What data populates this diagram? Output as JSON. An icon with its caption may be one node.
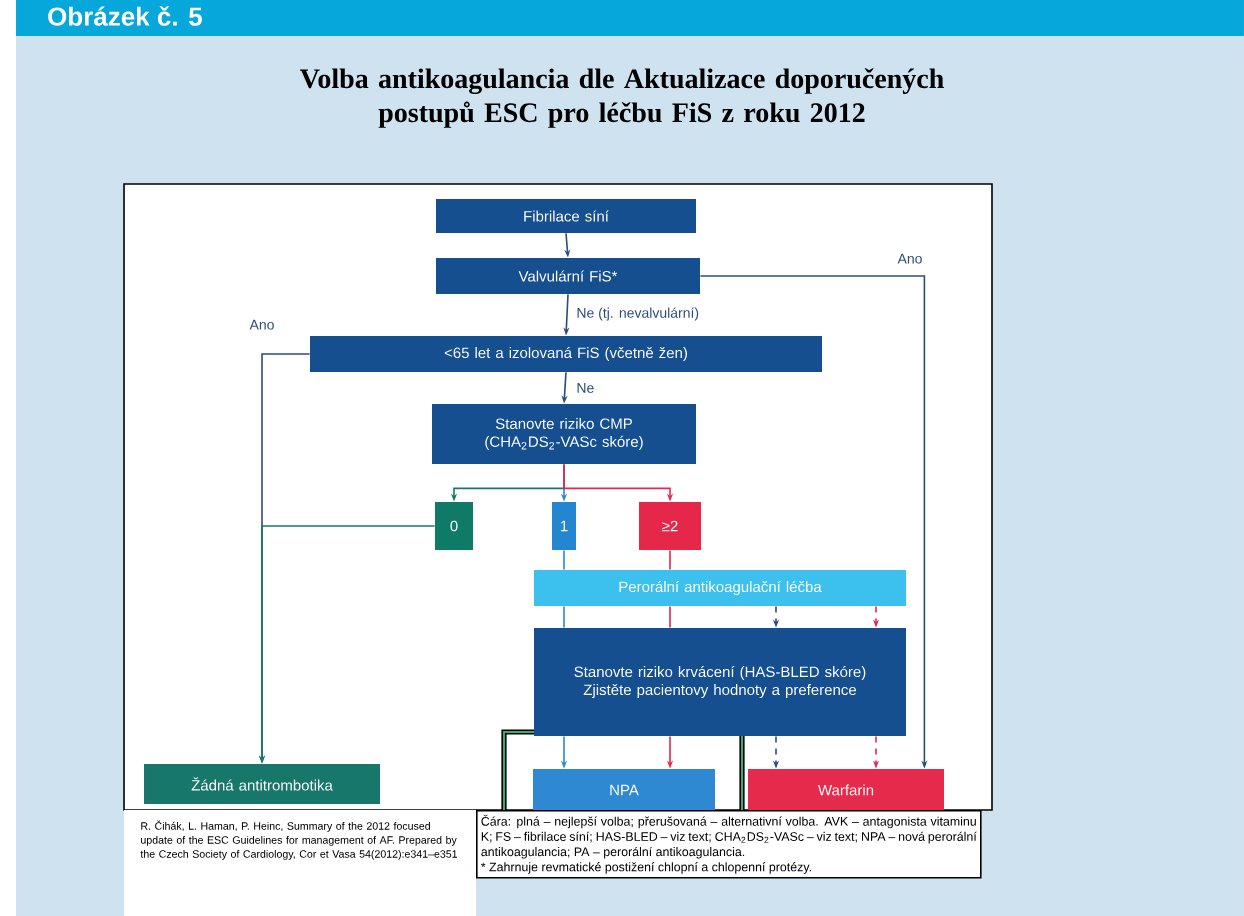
{
  "diagram": {
    "title": "Volba antikoagulancia dle Aktualizace doporučených postupů ESC pro léčbu FiS z roku 2012",
    "nodes": [
      {
        "text": [
          "Fibrilace síní"
        ]
      },
      {
        "text": [
          "Valvulární FiS*"
        ]
      },
      {
        "text": [
          "<65 let a izolovaná FiS (včetně žen)"
        ]
      },
      {
        "text": [
          "Stanovte riziko CMP (CHA$_{2}$DS$_{2}$-VASc skóre)"
        ]
      },
      {
        "text": [
          "0"
        ]
      },
      {
        "text": [
          "1"
        ]
      },
      {
        "text": [
          "≥2"
        ]
      },
      {
        "text": [
          "Perorální antikoagulační léčba"
        ]
      },
      {
        "text": [
          "Stanovte riziko krvácení (HAS-BLED skóre)",
          "Zjistěte pacientovy hodnoty a preference"
        ]
      },
      {
        "text": [
          "Žádná antitrombotika"
        ]
      },
      {
        "text": [
          "NPA"
        ]
      },
      {
        "text": [
          "Warfarin"
        ]
      }
    ],
    "edges": [
      {
        "from": 0,
        "to": 1,
        "arrow": "to"
      },
      {
        "from": 1,
        "to": 2,
        "arrow": "to",
        "label": "Ne (tj. nevalvulární)"
      },
      {
        "from": 1,
        "to": 11,
        "arrow": "to",
        "label": "Ano"
      },
      {
        "from": 2,
        "to": 3,
        "arrow": "to",
        "label": "Ne"
      },
      {
        "from": 2,
        "to": 9,
        "arrow": "to",
        "label": "Ano"
      },
      {
        "from": 3,
        "to": 4,
        "arrow": "to",
        "color": "#147a66"
      },
      {
        "from": 3,
        "to": 5,
        "arrow": "to",
        "color": "#2a86d0"
      },
      {
        "from": 3,
        "to": 6,
        "arrow": "to",
        "color": "#e3294c"
      },
      {
        "from": 4,
        "to": 9,
        "arrow": "to",
        "color": "#147a66"
      },
      {
        "from": 5,
        "to": 7,
        "arrow": "none",
        "color": "#2a86d0"
      },
      {
        "from": 6,
        "to": 7,
        "arrow": "none",
        "color": "#e3294c"
      },
      {
        "from": 7,
        "to": 8,
        "arrow": "none",
        "color": "#2a86d0"
      },
      {
        "from": 7,
        "to": 8,
        "arrow": "none",
        "color": "#e3294c"
      },
      {
        "from": 7,
        "to": 8,
        "arrow": "to",
        "style": "dashed"
      },
      {
        "from": 7,
        "to": 8,
        "arrow": "to",
        "style": "dashed",
        "color": "#e3294c"
      },
      {
        "from": 8,
        "to": 10,
        "arrow": "to",
        "color": "#2a86d0"
      },
      {
        "from": 8,
        "to": 10,
        "arrow": "to",
        "color": "#e3294c"
      },
      {
        "from": 8,
        "to": 11,
        "arrow": "to",
        "style": "dashed"
      },
      {
        "from": 8,
        "to": 11,
        "arrow": "to",
        "style": "dashed",
        "color": "#e3294c"
      }
    ],
    "labels": [
      "Obrázek č. 5",
      "R. Čihák, L. Haman, P. Heinc, Summary of the 2012 focused update of the ESC Guidelines for management of AF. Prepared by the Czech Society of Cardiology, Cor et Vasa 54(2012):e341–e351",
      "Čára: plná – nejlepší volba; přerušovaná – alternativní volba. AVK – antagonista vitaminu K; FS – fibrilace síní; HAS-BLED – viz text; CHA$_{2}$DS$_{2}$-VASc – viz text; NPA – nová perorální antikoagulancia; PA – perorální antikoagulancia.",
      "* Zahrnuje revmatické postižení chlopní a chlopenní protézy."
    ]
  }
}
